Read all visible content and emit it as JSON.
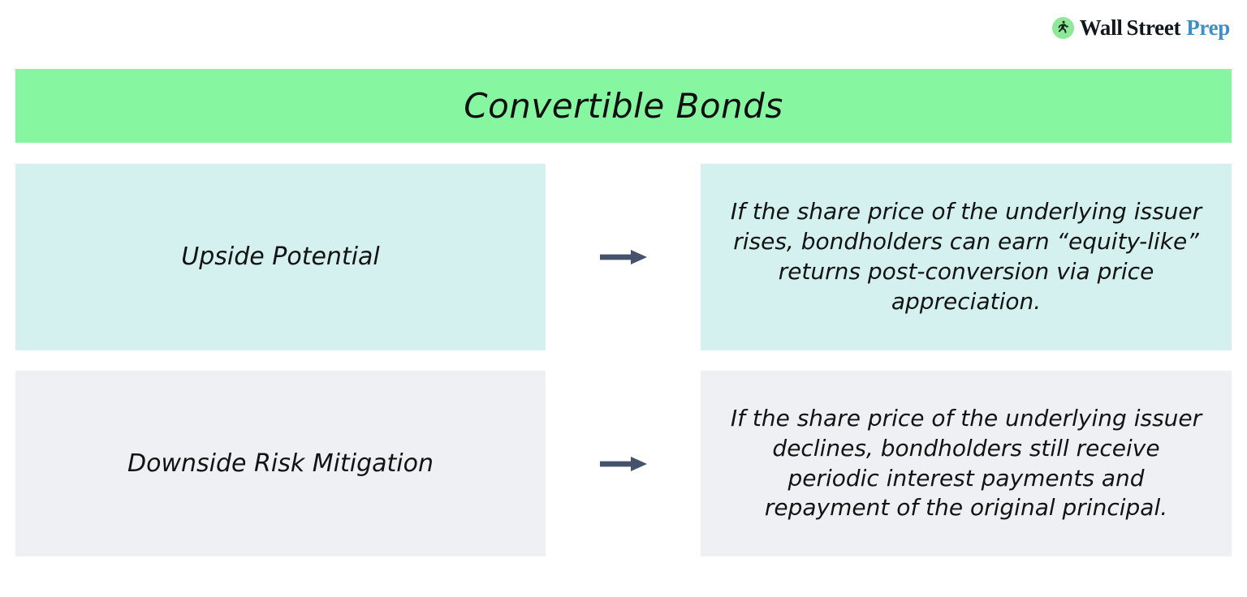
{
  "brand": {
    "mark_icon": "running-bull-icon",
    "word_one": "Wall",
    "word_two": "Street",
    "word_three": "Prep",
    "prep_color": "#3f8ec4",
    "mark_bg": "#8fe89a"
  },
  "banner": {
    "title": "Convertible Bonds",
    "bg_color": "#86f7a0"
  },
  "rows": [
    {
      "label": "Upside Potential",
      "arrow_icon": "arrow-right-icon",
      "description": "If the share price of the underlying issuer rises, bondholders can earn “equity-like” returns post-conversion via price appreciation.",
      "bg_color": "#d4f1ef"
    },
    {
      "label": "Downside Risk Mitigation",
      "arrow_icon": "arrow-right-icon",
      "description": "If the share price of the underlying issuer declines, bondholders still receive periodic interest payments and repayment of the original principal.",
      "bg_color": "#eff0f4"
    }
  ],
  "arrow_color": "#44526b"
}
